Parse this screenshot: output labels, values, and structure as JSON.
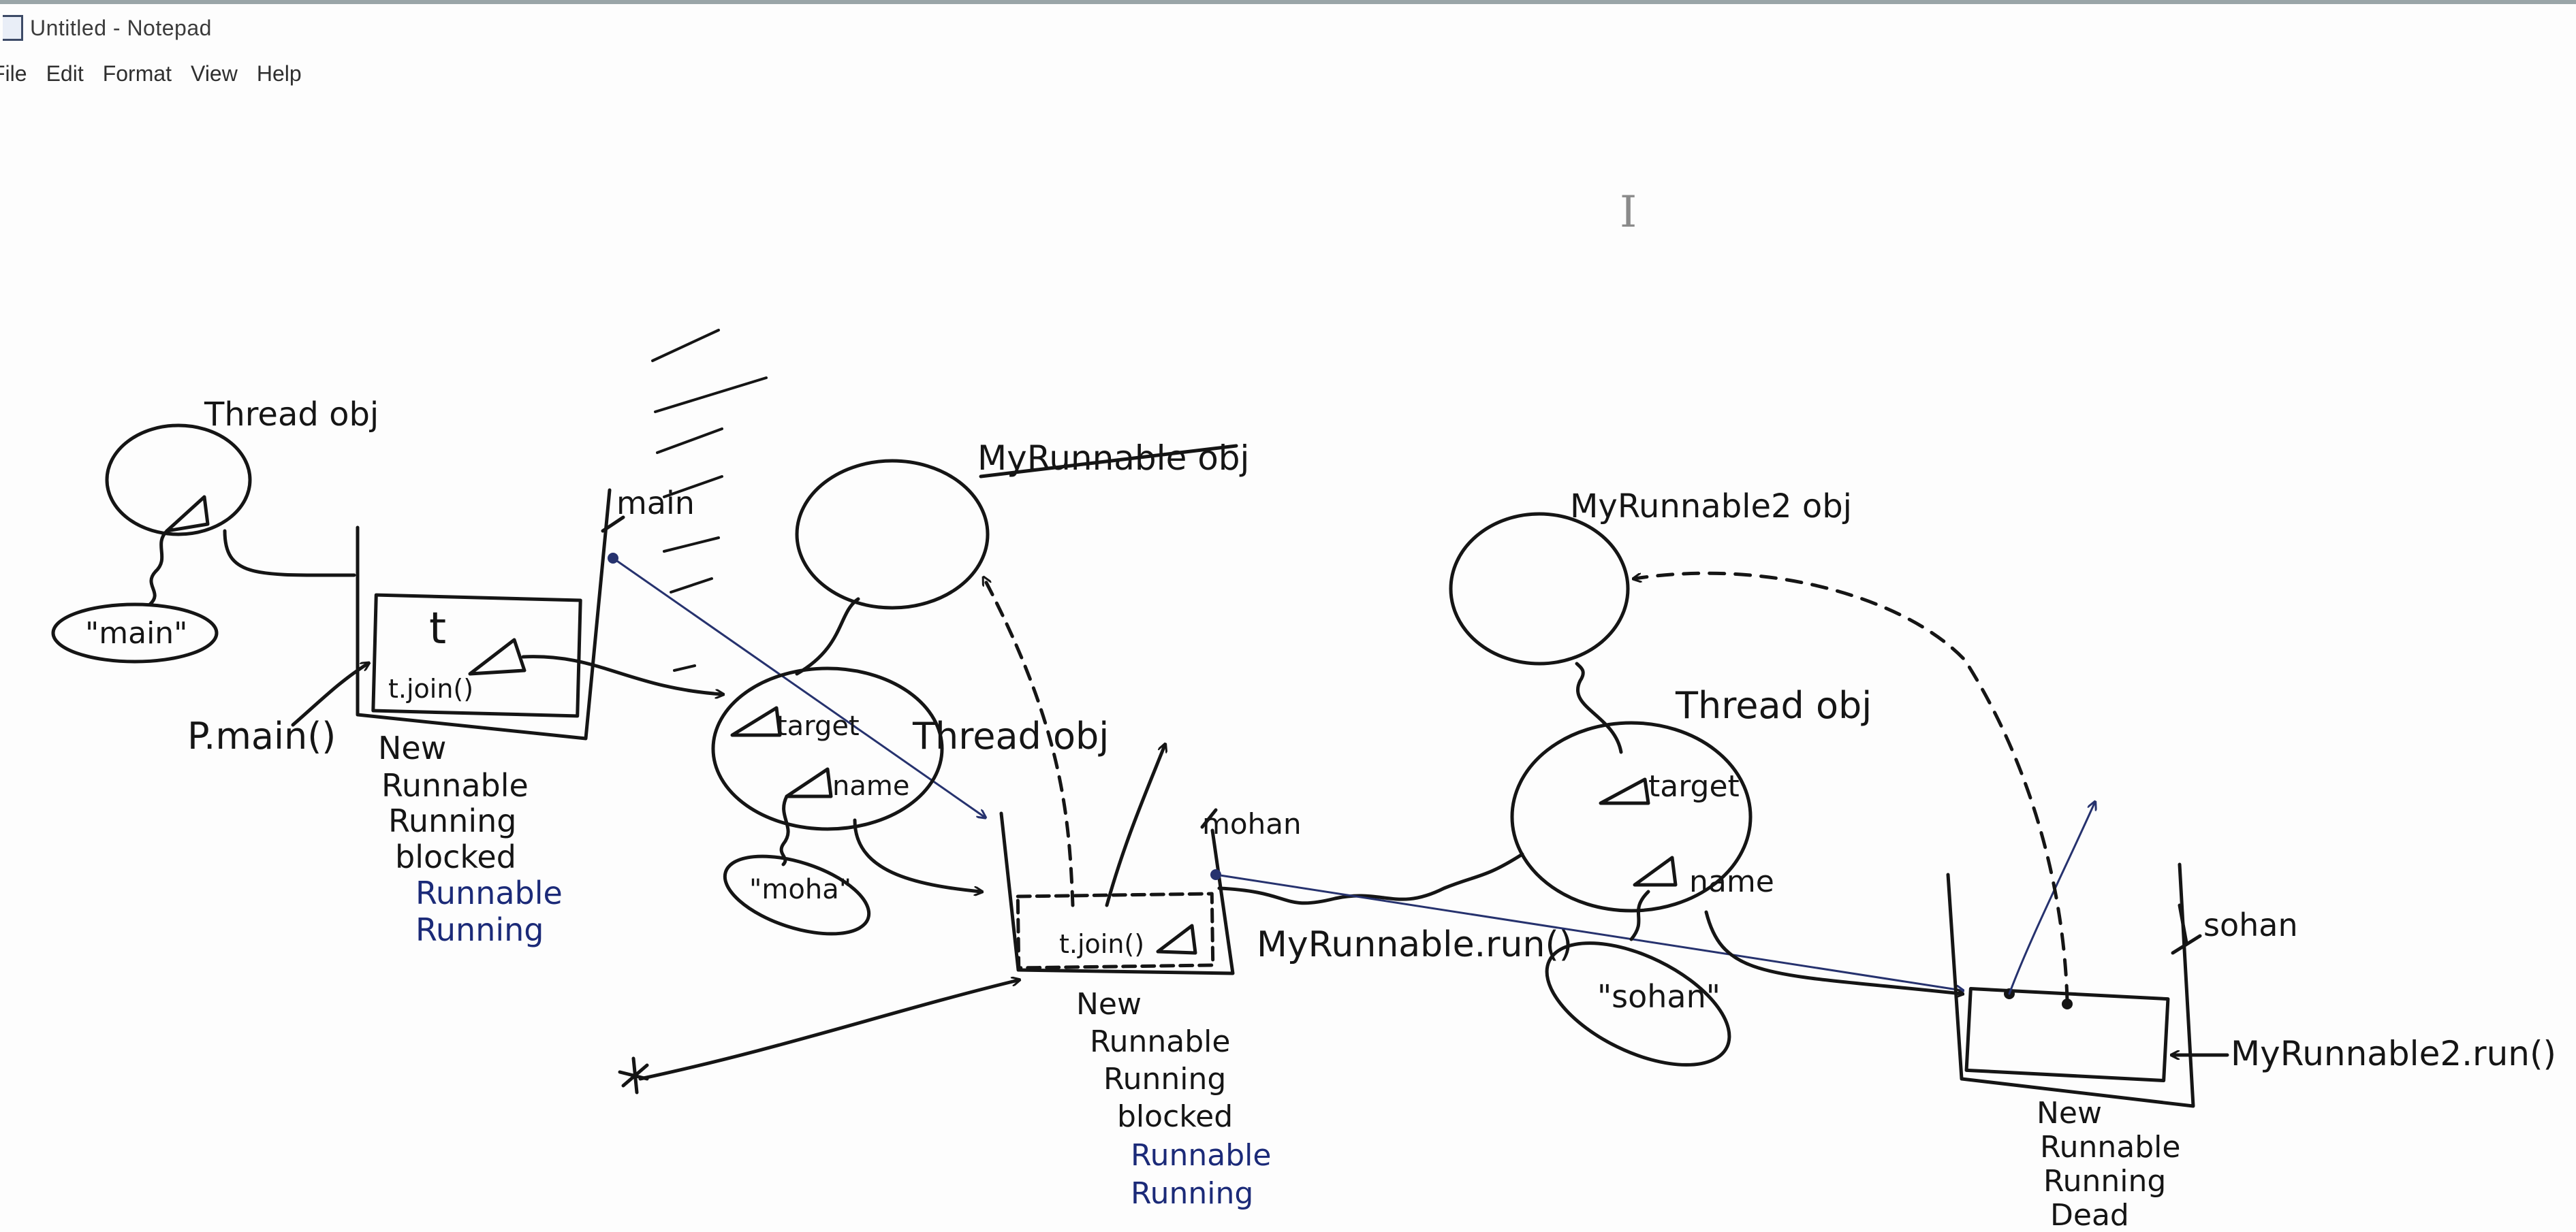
{
  "window": {
    "title": "Untitled - Notepad",
    "icon": "notepad-icon"
  },
  "menu": [
    "File",
    "Edit",
    "Format",
    "View",
    "Help"
  ],
  "editor": {
    "cursor_glyph": "I"
  },
  "sketch": {
    "main_thread": {
      "obj_label": "Thread obj",
      "name_value": "\"main\"",
      "caller_label": "P.main()",
      "stack_var": "t",
      "stack_call": "t.join()",
      "stack_top_label": "main",
      "states": [
        "New",
        "Runnable",
        "Running",
        "blocked",
        "Runnable",
        "Running"
      ]
    },
    "runnable1": {
      "obj_label": "MyRunnable obj"
    },
    "thread1": {
      "obj_label": "Thread obj",
      "field_target": "target",
      "field_name": "name",
      "name_value": "\"moha\"",
      "stack_top_label": "mohan",
      "stack_call": "t.join()",
      "run_label": "MyRunnable.run()",
      "states": [
        "New",
        "Runnable",
        "Running",
        "blocked",
        "Runnable",
        "Running"
      ]
    },
    "runnable2": {
      "obj_label": "MyRunnable2 obj"
    },
    "thread2": {
      "obj_label": "Thread obj",
      "field_target": "target",
      "field_name": "name",
      "name_value": "\"sohan\"",
      "stack_top_label": "sohan",
      "run_label": "MyRunnable2.run()",
      "states": [
        "New",
        "Runnable",
        "Running",
        "Dead"
      ]
    }
  },
  "colors": {
    "ink": "#151515",
    "blue_ink": "#1b2a78",
    "accent_line": "#26326e"
  }
}
